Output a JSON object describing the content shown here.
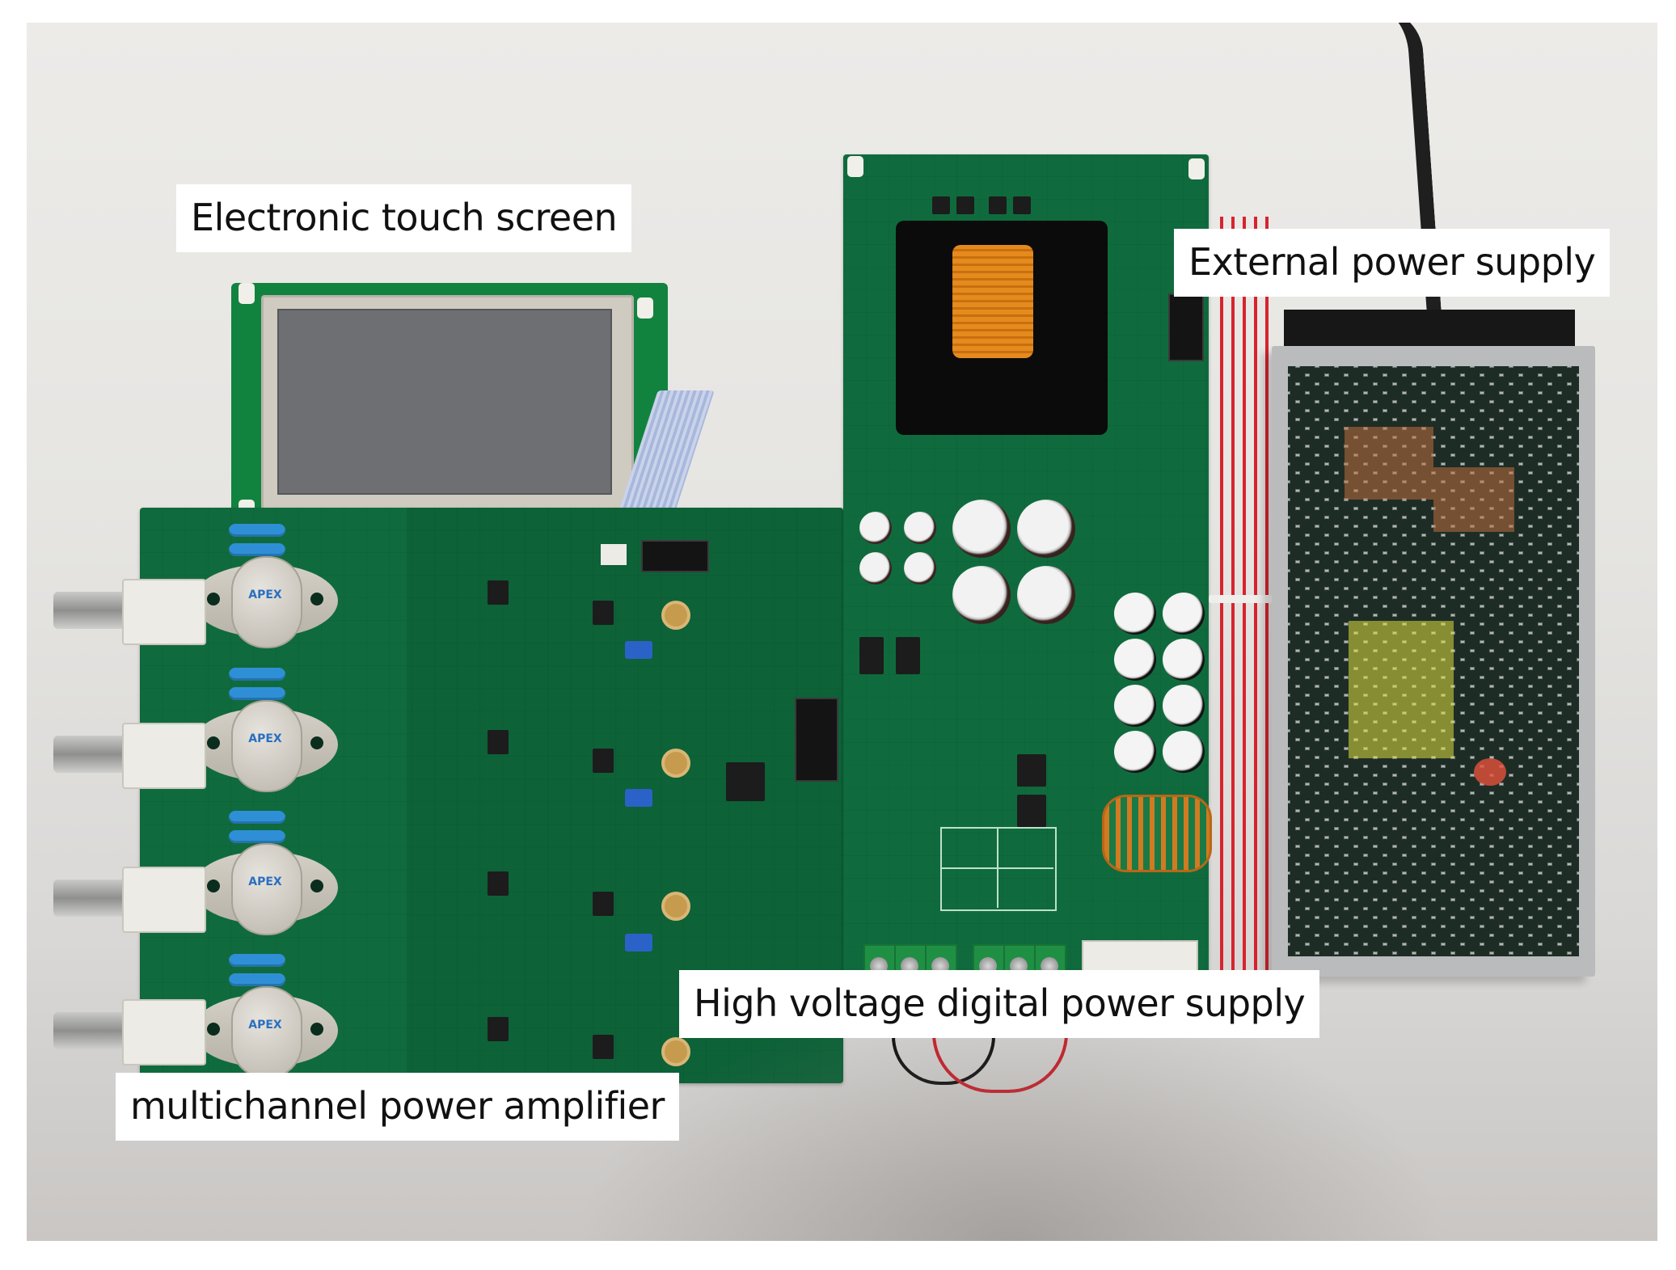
{
  "figure": {
    "description": "Photograph of an electronic test setup with four labeled modules",
    "background_color": "#e6e5e2",
    "pcb_color": "#0f6b3d",
    "label_background": "#ffffff",
    "label_text_color": "#111111"
  },
  "labels": {
    "touch_screen": "Electronic touch screen",
    "external_power_supply": "External power supply",
    "hv_power_supply": "High voltage digital power supply",
    "power_amplifier": "multichannel power amplifier"
  },
  "components": {
    "amplifier": {
      "channels": 4,
      "power_ic_brand": "APEX",
      "connector_type": "BNC"
    },
    "hv_supply": {
      "large_caps": 4,
      "small_caps": 4,
      "bank_caps": 8,
      "screw_terminals": 6
    },
    "psu": {
      "enclosure": "perforated hex mesh"
    }
  }
}
